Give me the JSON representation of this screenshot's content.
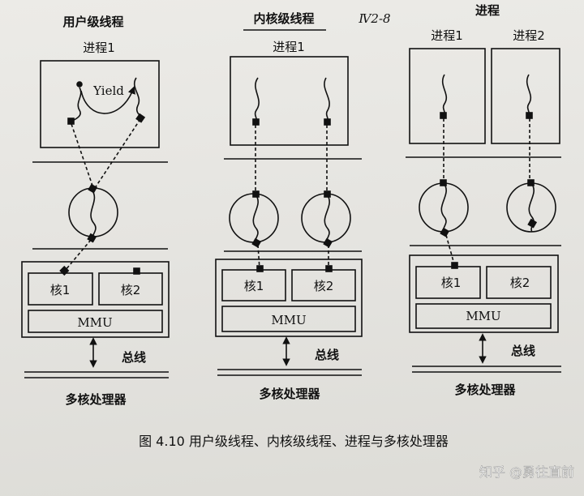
{
  "panels": {
    "user": {
      "title": "用户级线程",
      "process": "进程1",
      "yield": "Yield"
    },
    "kernel": {
      "title": "内核级线程",
      "process": "进程1",
      "handwriting": "Ⅳ2-8"
    },
    "proc": {
      "title": "进程",
      "process1": "进程1",
      "process2": "进程2"
    }
  },
  "hardware": {
    "core1": "核1",
    "core2": "核2",
    "mmu": "MMU",
    "bus": "总线",
    "processor": "多核处理器"
  },
  "caption": "图 4.10 用户级线程、内核级线程、进程与多核处理器",
  "watermark": "知乎 @勇往直前",
  "colors": {
    "ink": "#111111",
    "paper": "#e7e6e2"
  }
}
